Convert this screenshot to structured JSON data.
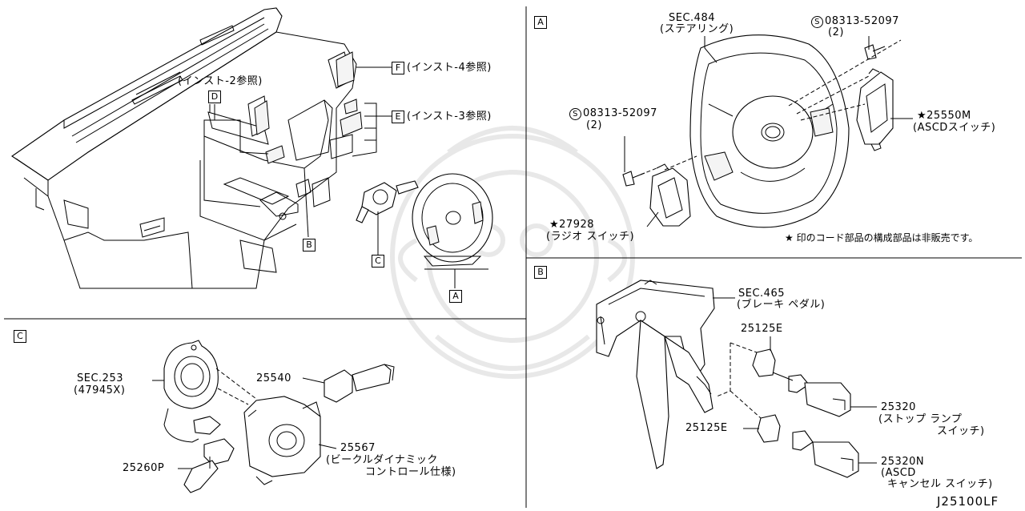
{
  "diagram_id": "J25100LF",
  "sections": {
    "A": {
      "label": "A"
    },
    "B": {
      "label": "B"
    },
    "C": {
      "label": "C"
    }
  },
  "overview": {
    "callouts": {
      "F": {
        "box": "F",
        "text": "(インスト-4参照)"
      },
      "E": {
        "box": "E",
        "text": "(インスト-3参照)"
      },
      "D": {
        "box": "D",
        "text": "(インスト-2参照)"
      },
      "B": {
        "box": "B"
      },
      "C": {
        "box": "C"
      },
      "A": {
        "box": "A"
      }
    }
  },
  "section_a": {
    "steering_sec": "SEC.484",
    "steering_name": "(ステアリング)",
    "screw_top_no": "08313-52097",
    "screw_top_qty": "(2)",
    "screw_left_no": "08313-52097",
    "screw_left_qty": "(2)",
    "ascd_switch_no": "★25550M",
    "ascd_switch_name": "(ASCDスイッチ)",
    "radio_switch_no": "★27928",
    "radio_switch_name": "(ラジオ スイッチ)",
    "note": "★ 印のコード部品の構成部品は非販売です。",
    "screw_symbol": "S"
  },
  "section_b": {
    "pedal_sec": "SEC.465",
    "pedal_name": "(ブレーキ ペダル)",
    "clip_top": "25125E",
    "clip_bottom": "25125E",
    "stop_switch_no": "25320",
    "stop_switch_name_1": "(ストップ ランプ",
    "stop_switch_name_2": "スイッチ)",
    "ascd_cancel_no": "25320N",
    "ascd_cancel_name_1": "(ASCD",
    "ascd_cancel_name_2": "キャンセル スイッチ)"
  },
  "section_c": {
    "spiral_sec": "SEC.253",
    "spiral_no": "(47945X)",
    "wiper_switch": "25540",
    "combination_switch": "25567",
    "combination_name_1": "(ビークルダイナミック",
    "combination_name_2": "コントロール仕様)",
    "light_switch": "25260P"
  }
}
